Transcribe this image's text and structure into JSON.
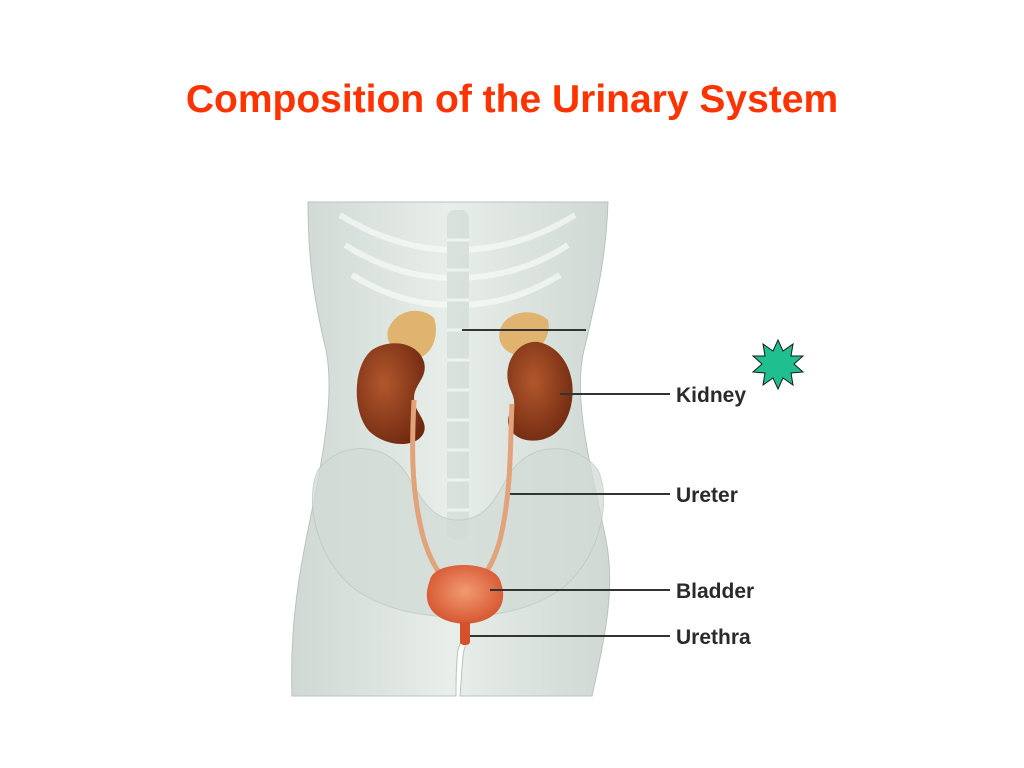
{
  "slide": {
    "title": "Composition of the Urinary System",
    "title_color": "#ff3300"
  },
  "diagram": {
    "labels": [
      {
        "id": "kidney",
        "text": "Kidney"
      },
      {
        "id": "ureter",
        "text": "Ureter"
      },
      {
        "id": "bladder",
        "text": "Bladder"
      },
      {
        "id": "urethra",
        "text": "Urethra"
      }
    ],
    "colors": {
      "body": "#dfe6e2",
      "body_shade": "#c6d0cb",
      "kidney": "#8e3a1c",
      "adrenal": "#e0b46e",
      "ureter": "#e2a27a",
      "bladder": "#e2683f",
      "starburst": "#1fbf8f"
    },
    "starburst_icon": "starburst-icon"
  }
}
